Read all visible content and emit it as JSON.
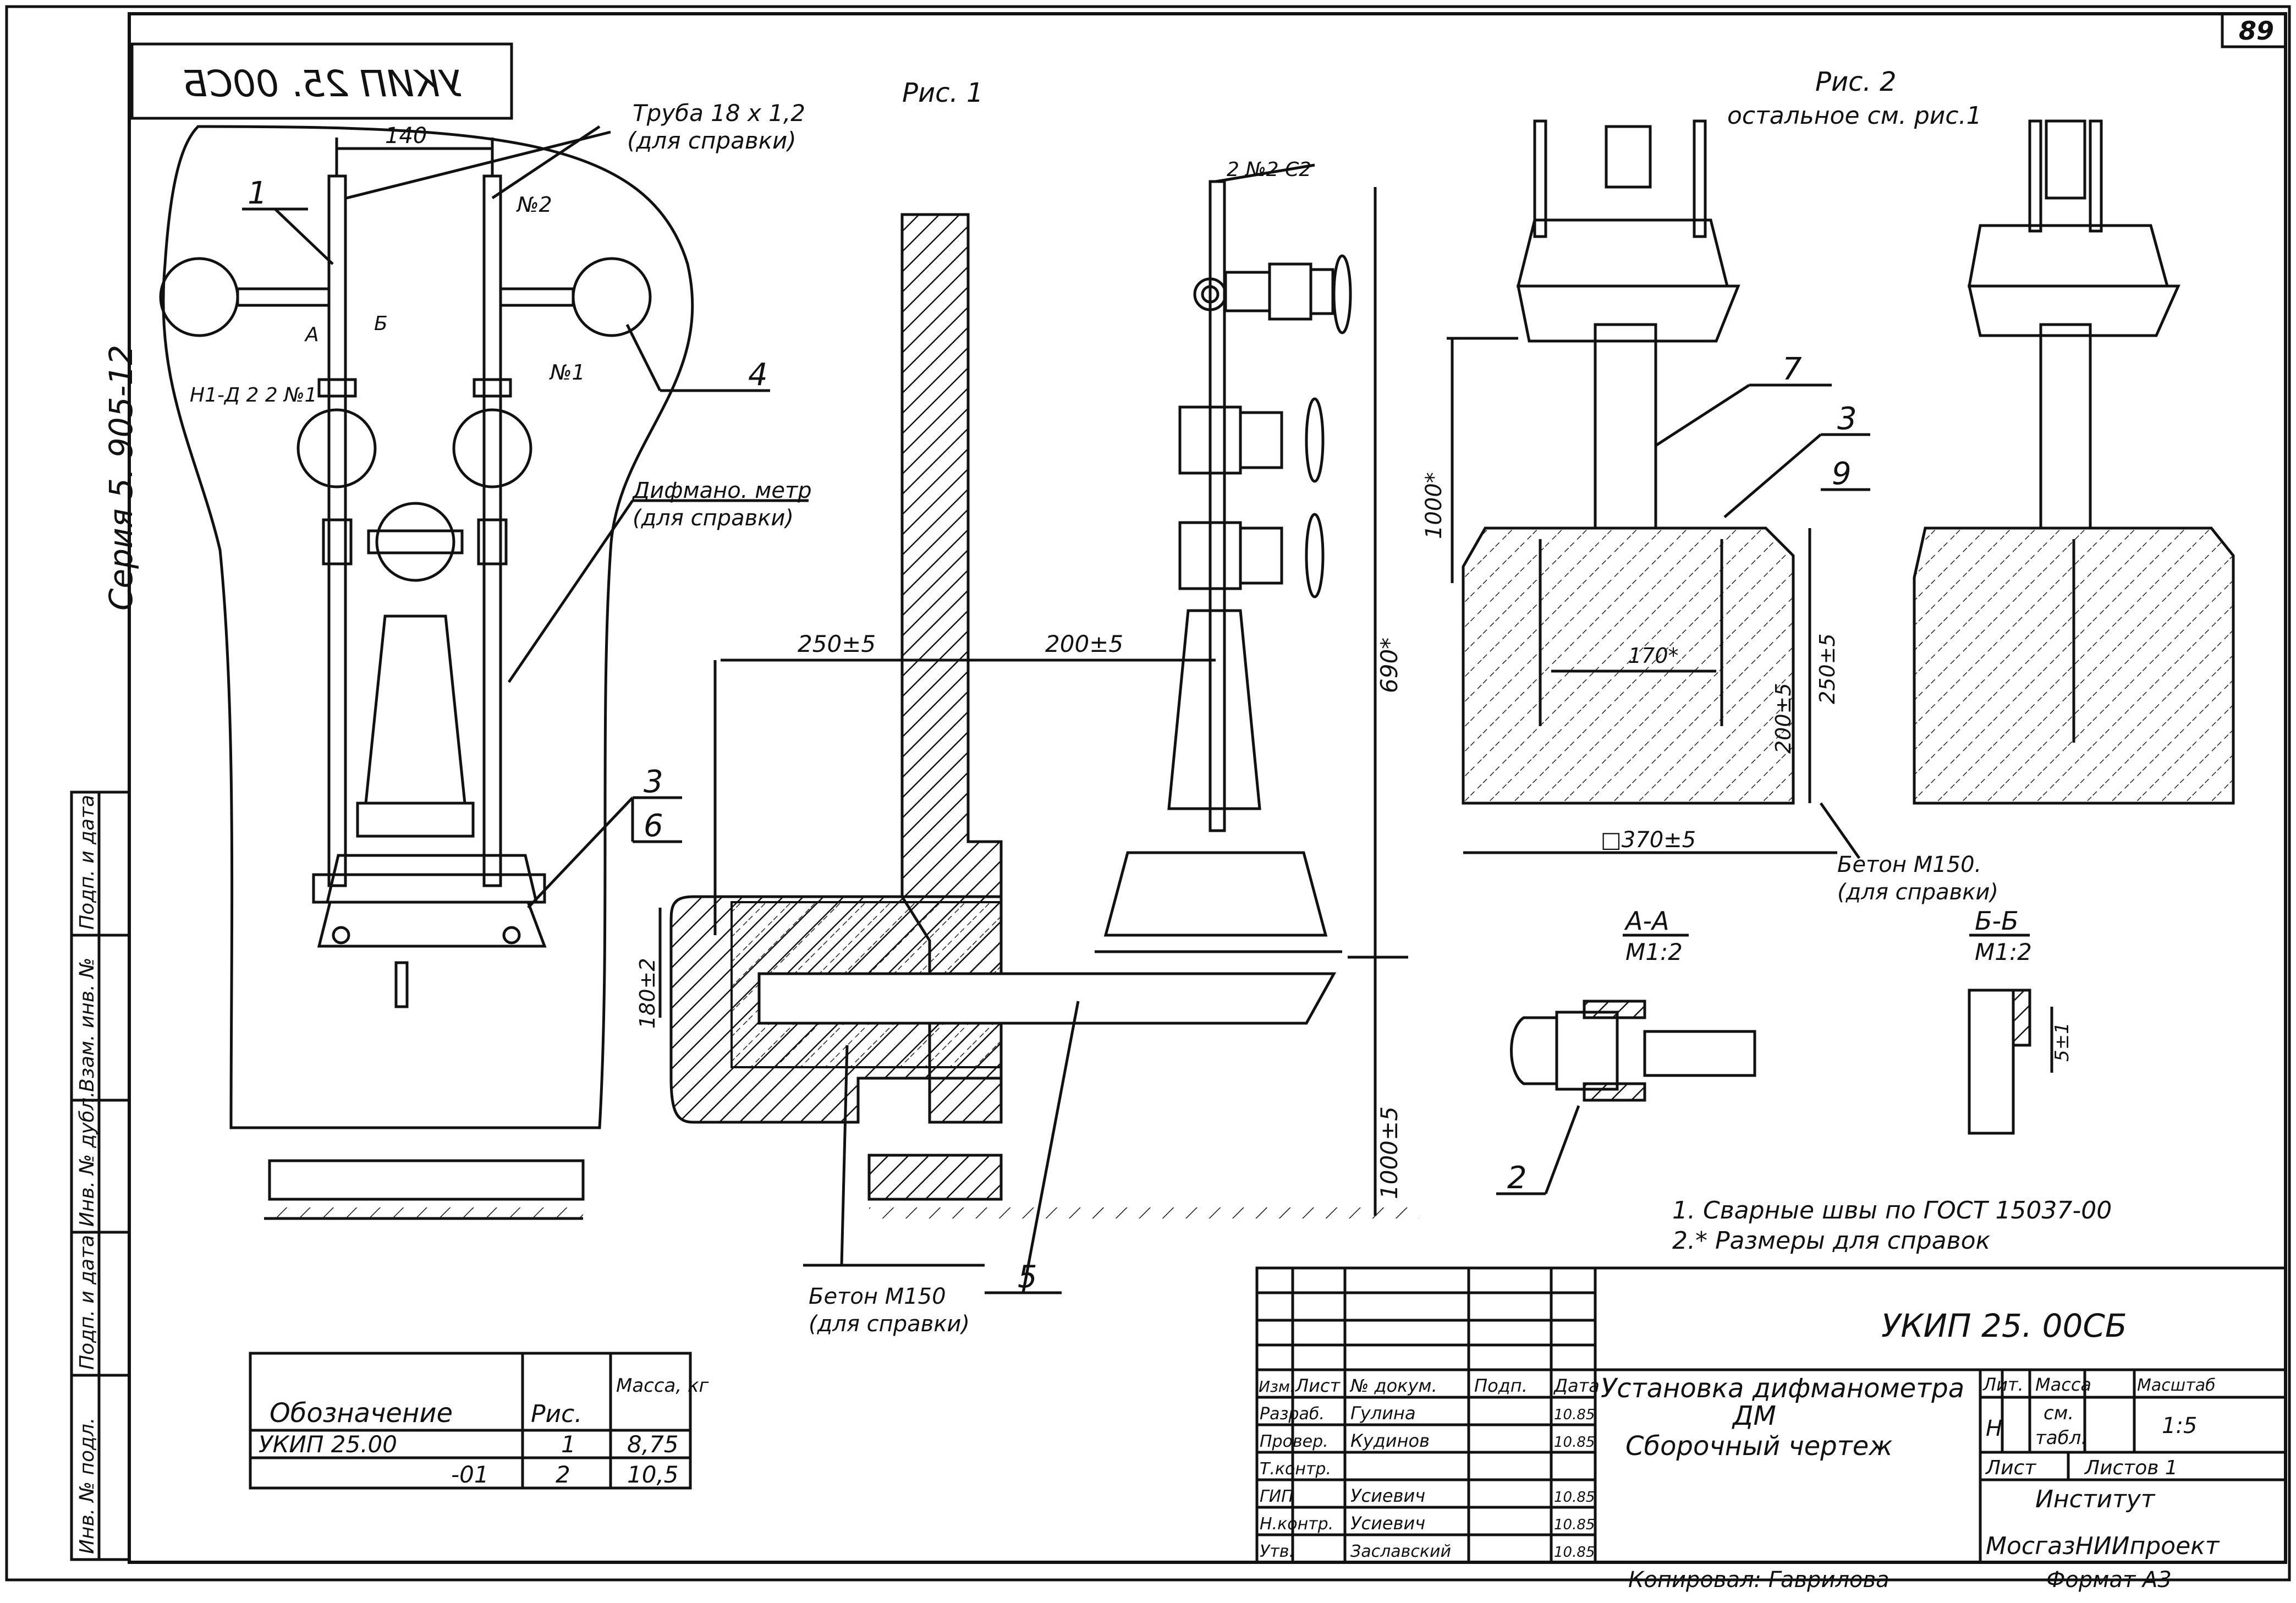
{
  "sheet": {
    "page_number": "89",
    "stamp_mirror": "УКИП 25. 00СБ",
    "series_label": "Серия  5. 905-12"
  },
  "fig1": {
    "title": "Рис. 1",
    "dim_140": "140",
    "pipe_note_1": "Труба  18 х 1,2",
    "pipe_note_2": "(для справки)",
    "label_n2": "№2",
    "label_n1": "№1",
    "label_nd": "Н1-Д 2   2 №1",
    "label_a": "А",
    "label_b": "Б",
    "diffmano_1": "Дифмано. метр",
    "diffmano_2": "(для справки)",
    "pos_1": "1",
    "pos_4": "4",
    "pos_3": "3",
    "pos_6": "6"
  },
  "fig_center": {
    "label_n2c2": "2 №2  С2",
    "dim_250": "250±5",
    "dim_200": "200±5",
    "dim_690": "690*",
    "dim_1000": "1000±5",
    "dim_180": "180±2",
    "concrete_1": "Бетон М150",
    "concrete_2": "(для справки)",
    "pos_5": "5"
  },
  "fig2": {
    "title": "Рис. 2",
    "subtitle": "остальное см. рис.1",
    "dim_1000": "1000*",
    "dim_170": "170*",
    "dim_200": "200±5",
    "dim_250": "250±5",
    "dim_370": "□370±5",
    "concrete_1": "Бетон М150.",
    "concrete_2": "(для справки)",
    "pos_7": "7",
    "pos_3": "3",
    "pos_9": "9"
  },
  "sections": {
    "aa_title": "А-А",
    "aa_scale": "М1:2",
    "bb_title": "Б-Б",
    "bb_scale": "М1:2",
    "pos_2": "2",
    "dim_5": "5±1"
  },
  "notes": {
    "note_1": "1. Сварные швы по ГОСТ 15037-00",
    "note_2": "2.* Размеры для справок"
  },
  "spec_table": {
    "headers": [
      "Обозначение",
      "Рис.",
      "Масса, кг"
    ],
    "rows": [
      [
        "УКИП 25.00",
        "1",
        "8,75"
      ],
      [
        "-01",
        "2",
        "10,5"
      ]
    ]
  },
  "side_stamp": {
    "cells": [
      "Подп. и дата",
      "Взам. инв. №",
      "Инв. № дубл.",
      "Подп. и дата",
      "Инв. № подл."
    ]
  },
  "title_block": {
    "designation": "УКИП 25. 00СБ",
    "name_1": "Установка дифманометра",
    "name_2": "ДМ",
    "name_3": "Сборочный  чертеж",
    "col_headers": [
      "Изм.",
      "Лист",
      "№ докум.",
      "Подп.",
      "Дата"
    ],
    "people": [
      {
        "role": "Разраб.",
        "name": "Гулина",
        "date": "10.85"
      },
      {
        "role": "Провер.",
        "name": "Кудинов",
        "date": "10.85"
      },
      {
        "role": "Т.контр.",
        "name": "",
        "date": ""
      },
      {
        "role": "ГИП",
        "name": "Усиевич",
        "date": "10.85"
      },
      {
        "role": "Н.контр.",
        "name": "Усиевич",
        "date": "10.85"
      },
      {
        "role": "Утв.",
        "name": "Заславский",
        "date": "10.85"
      }
    ],
    "lit_label": "Лит.",
    "mass_label": "Масса",
    "scale_label": "Масштаб",
    "lit_value": "Н",
    "mass_value_1": "см.",
    "mass_value_2": "табл.",
    "scale_value": "1:5",
    "sheet_label": "Лист",
    "sheets_label": "Листов 1",
    "org_1": "Институт",
    "org_2": "МосгазНИИпроект",
    "copied": "Копировал: Гаврилова",
    "format": "Формат  А3"
  }
}
